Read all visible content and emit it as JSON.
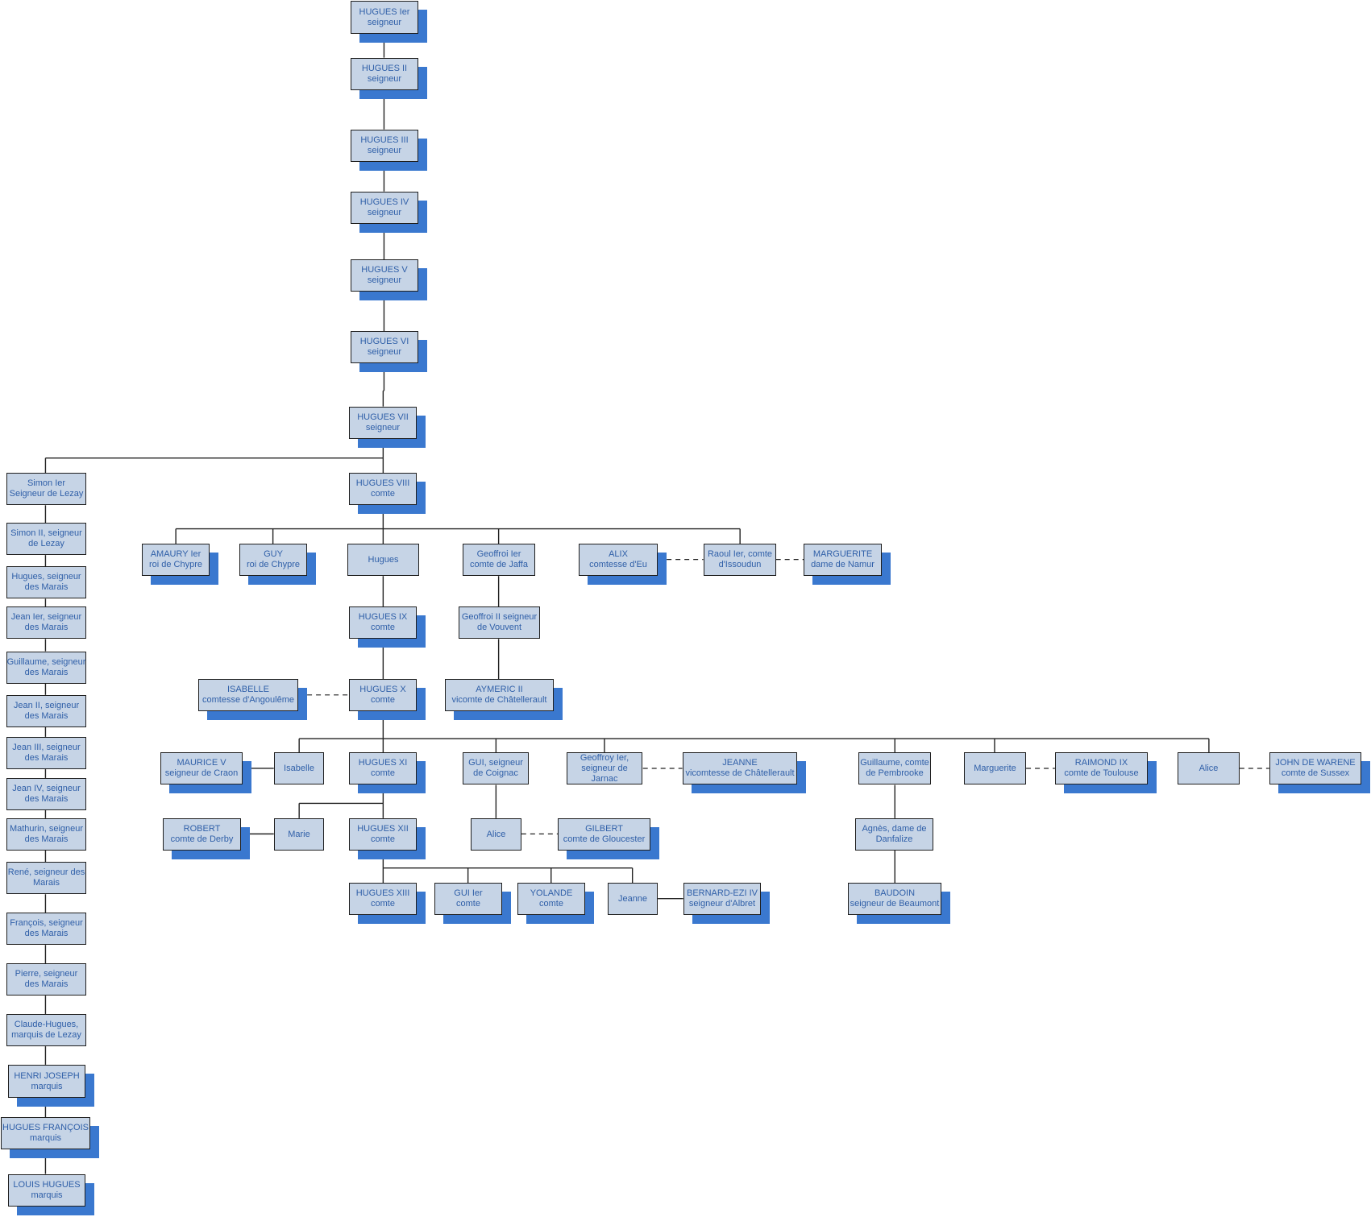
{
  "colors": {
    "box_fill": "#c6d4e6",
    "box_border": "#1e1e1e",
    "shadow": "#3a78cf",
    "text": "#2f5fa8",
    "line": "#222222"
  },
  "nodes": {
    "hugues1": [
      "HUGUES Ier",
      "seigneur"
    ],
    "hugues2": [
      "HUGUES II",
      "seigneur"
    ],
    "hugues3": [
      "HUGUES III",
      "seigneur"
    ],
    "hugues4": [
      "HUGUES IV",
      "seigneur"
    ],
    "hugues5": [
      "HUGUES V",
      "seigneur"
    ],
    "hugues6": [
      "HUGUES VI",
      "seigneur"
    ],
    "hugues7": [
      "HUGUES VII",
      "seigneur"
    ],
    "simon1": [
      "Simon Ier",
      "Seigneur de Lezay"
    ],
    "hugues8": [
      "HUGUES VIII",
      "comte"
    ],
    "simon2": [
      "Simon II, seigneur",
      "de Lezay"
    ],
    "hugues_marais": [
      "Hugues, seigneur",
      "des Marais"
    ],
    "jean1": [
      "Jean Ier, seigneur",
      "des Marais"
    ],
    "guillaume_marais": [
      "Guillaume, seigneur",
      "des Marais"
    ],
    "jean2": [
      "Jean II, seigneur",
      "des Marais"
    ],
    "jean3": [
      "Jean III, seigneur",
      "des Marais"
    ],
    "jean4": [
      "Jean IV, seigneur",
      "des Marais"
    ],
    "mathurin": [
      "Mathurin, seigneur",
      "des Marais"
    ],
    "rene": [
      "René, seigneur des",
      "Marais"
    ],
    "francois": [
      "François, seigneur",
      "des Marais"
    ],
    "pierre": [
      "Pierre, seigneur",
      "des Marais"
    ],
    "claude_hugues": [
      "Claude-Hugues,",
      "marquis de Lezay"
    ],
    "henri_joseph": [
      "HENRI JOSEPH",
      "marquis"
    ],
    "hugues_francois": [
      "HUGUES FRANÇOIS",
      "marquis"
    ],
    "louis_hugues": [
      "LOUIS HUGUES",
      "marquis"
    ],
    "amaury": [
      "AMAURY Ier",
      "roi de Chypre"
    ],
    "guy": [
      "GUY",
      "roi de Chypre"
    ],
    "hugues_plain": [
      "Hugues"
    ],
    "geoffroi1": [
      "Geoffroi Ier",
      "comte de Jaffa"
    ],
    "alix": [
      "ALIX",
      "comtesse d'Eu"
    ],
    "raoul": [
      "Raoul Ier, comte",
      "d'Issoudun"
    ],
    "marguerite_namur": [
      "MARGUERITE",
      "dame de Namur"
    ],
    "hugues9": [
      "HUGUES IX",
      "comte"
    ],
    "geoffroi2": [
      "Geoffroi II seigneur",
      "de Vouvent"
    ],
    "isabelle_ang": [
      "ISABELLE",
      "comtesse d'Angoulême"
    ],
    "hugues10": [
      "HUGUES X",
      "comte"
    ],
    "aymeric": [
      "AYMERIC II",
      "vicomte de Châtellerault"
    ],
    "maurice": [
      "MAURICE V",
      "seigneur de Craon"
    ],
    "isabelle": [
      "Isabelle"
    ],
    "hugues11": [
      "HUGUES XI",
      "comte"
    ],
    "gui_cognac": [
      "GUI, seigneur",
      "de Coignac"
    ],
    "geoffroy_jarnac": [
      "Geoffroy Ier,",
      "seigneur de",
      "Jarnac"
    ],
    "jeanne_chat": [
      "JEANNE",
      "vicomtesse de Châtellerault"
    ],
    "guillaume_pemb": [
      "Guillaume, comte",
      "de Pembrooke"
    ],
    "marguerite": [
      "Marguerite"
    ],
    "raimond": [
      "RAIMOND IX",
      "comte de Toulouse"
    ],
    "alice": [
      "Alice"
    ],
    "john": [
      "JOHN DE WARENE",
      "comte de Sussex"
    ],
    "robert": [
      "ROBERT",
      "comte de Derby"
    ],
    "marie": [
      "Marie"
    ],
    "hugues12": [
      "HUGUES XII",
      "comte"
    ],
    "alice2": [
      "Alice"
    ],
    "gilbert": [
      "GILBERT",
      "comte de Gloucester"
    ],
    "agnes": [
      "Agnès, dame de",
      "Danfalize"
    ],
    "hugues13": [
      "HUGUES XIII",
      "comte"
    ],
    "gui1": [
      "GUI Ier",
      "comte"
    ],
    "yolande": [
      "YOLANDE",
      "comte"
    ],
    "jeanne": [
      "Jeanne"
    ],
    "bernard": [
      "BERNARD-EZI IV",
      "seigneur d'Albret"
    ],
    "baudoin": [
      "BAUDOIN",
      "seigneur de Beaumont"
    ]
  }
}
